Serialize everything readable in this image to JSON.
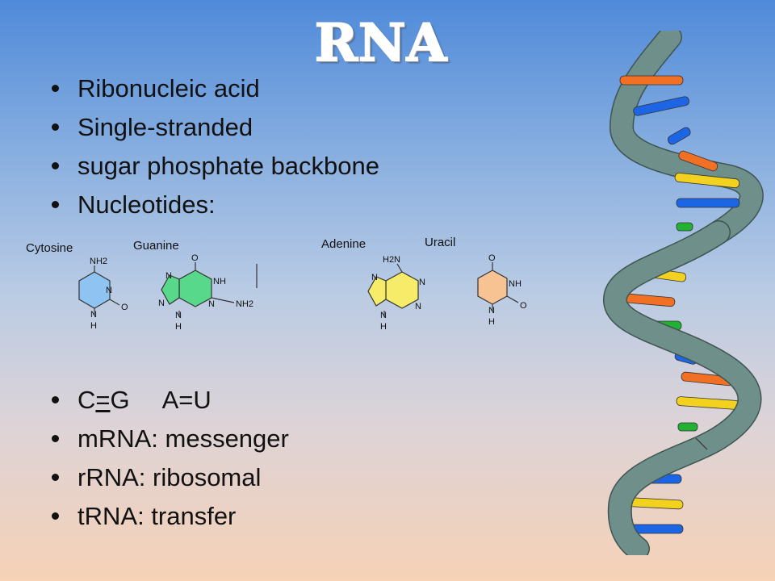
{
  "slide": {
    "title": "RNA",
    "bullets_top": [
      "Ribonucleic acid",
      "Single-stranded",
      "sugar phosphate backbone",
      "Nucleotides:"
    ],
    "pairs": {
      "cg": {
        "c": "C",
        "eq": "=",
        "g": "G"
      },
      "au": "A=U"
    },
    "bullets_bottom": [
      "mRNA: messenger",
      "rRNA: ribosomal",
      "tRNA: transfer"
    ]
  },
  "molecules": {
    "cytosine": {
      "label": "Cytosine",
      "amine": "NH2",
      "n1": "N",
      "nh": "N",
      "h": "H",
      "o": "O",
      "color": "#8fc4f2"
    },
    "guanine": {
      "label": "Guanine",
      "o": "O",
      "nh": "NH",
      "n1": "N",
      "n2": "N",
      "n3": "N",
      "nh_bottom": "N",
      "h": "H",
      "amine": "NH2",
      "color": "#58d88a"
    },
    "adenine": {
      "label": "Adenine",
      "amine": "H2N",
      "n1": "N",
      "n2": "N",
      "n3": "N",
      "n4": "N",
      "h": "H",
      "color": "#f6ec6a"
    },
    "uracil": {
      "label": "Uracil",
      "o1": "O",
      "nh": "NH",
      "n1": "N",
      "h": "H",
      "o2": "O",
      "color": "#f7c393"
    }
  },
  "colors": {
    "backbone": "#6e8f8a",
    "backbone_edge": "#3f5552",
    "base_orange": "#f27024",
    "base_blue": "#1c66e6",
    "base_yellow": "#f3d21f",
    "base_green": "#22b132"
  }
}
